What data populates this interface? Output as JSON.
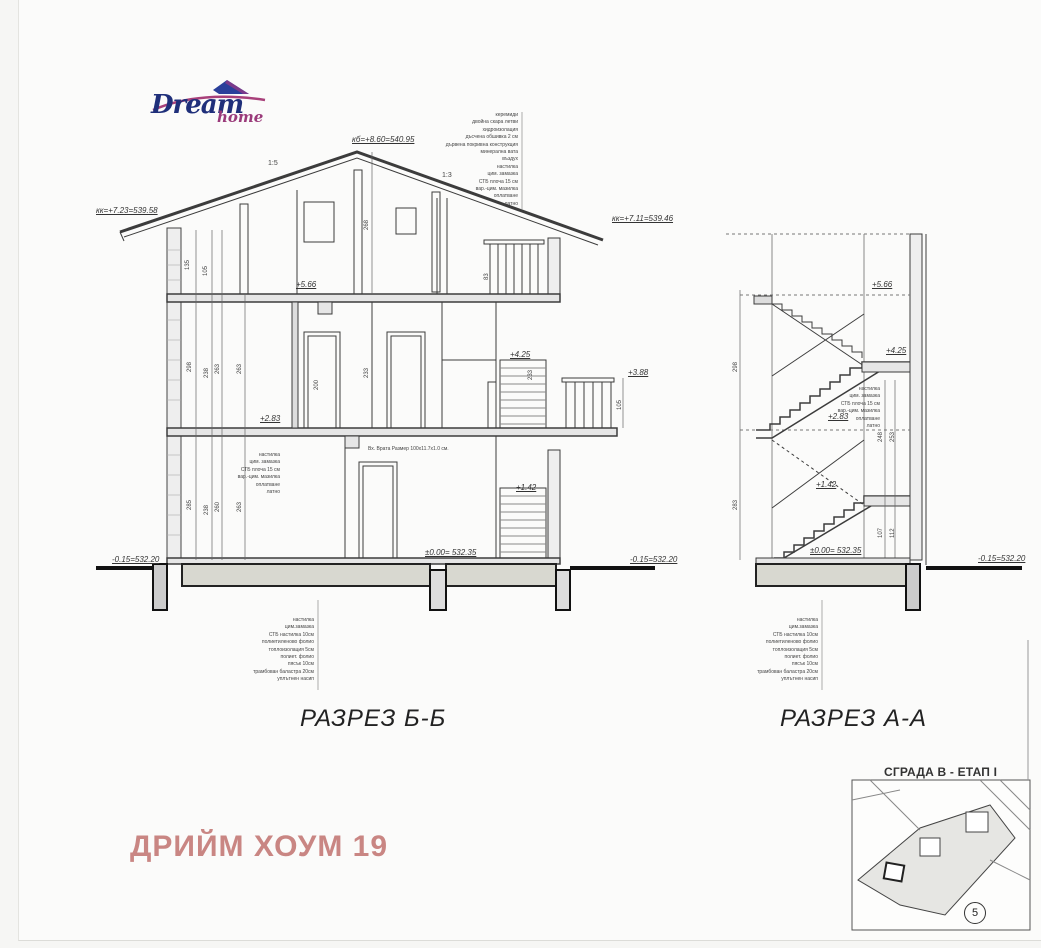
{
  "logo": {
    "brand_word_1": "Dream",
    "brand_word_2": "home"
  },
  "sections": [
    {
      "id": "section-b-b",
      "title": "РАЗРЕЗ Б-Б"
    },
    {
      "id": "section-a-a",
      "title": "РАЗРЕЗ А-А"
    }
  ],
  "titles": {
    "section_bb": "РАЗРЕЗ Б-Б",
    "section_aa": "РАЗРЕЗ А-А"
  },
  "watermark": "ДРИЙМ ХОУМ 19",
  "site_plan": {
    "title": "СГРАДА В - ЕТАП I",
    "sheet_number": "5"
  },
  "levels_bb": {
    "ridge": "кб=+8.60=540.95",
    "eave_left": "кк=+7.23=539.58",
    "eave_right": "кк=+7.11=539.46",
    "attic_floor": "+5.66",
    "landing": "+4.25",
    "balcony": "+3.88",
    "first_floor": "+2.83",
    "mid_landing": "+1.42",
    "ground": "±0.00= 532.35",
    "terrain_left": "-0.15=532.20",
    "terrain_right": "-0.15=532.20"
  },
  "levels_aa": {
    "attic_floor": "+5.66",
    "landing": "+4.25",
    "first_floor": "+2.83",
    "mid_landing": "+1.42",
    "ground": "±0.00= 532.35",
    "terrain_right": "-0.15=532.20"
  },
  "dimensions_bb": {
    "roof_slope_left": "1:5",
    "roof_slope_right": "1:3",
    "attic_height": "268",
    "wall_1": "135",
    "wall_2": "105",
    "wall_3": "83",
    "storey_2a": "298",
    "storey_2b": "238",
    "storey_2c": "263",
    "door_2": "200",
    "ceiling_2": "233",
    "stair_2": "233",
    "balcony_rail": "105",
    "storey_1a": "285",
    "storey_1b": "238",
    "storey_1c": "260",
    "storey_1d": "263",
    "door_note": "Вх. Врата Размер 100x11.7x1.0 см."
  },
  "dimensions_aa": {
    "upper": "298",
    "lower": "283",
    "d1": "248",
    "d2": "253",
    "d3": "107",
    "d4": "112"
  },
  "roof_layers": [
    "керемиди",
    "двойна скара летви",
    "хидроизолация",
    "дъсчена обшивка 2 см",
    "дървена покривна конструкция",
    "минерална вата",
    "въздух",
    "настилка",
    "цим. замазка",
    "СТБ плоча 15 см",
    "вар.-цим. мазилка",
    "оплатване",
    "латно"
  ],
  "floor_layers": [
    "настилка",
    "цим. замазка",
    "СТБ плоча 15 см",
    "вар.-цим. мазилка",
    "оплатване",
    "латно"
  ],
  "ground_layers": [
    "настилка",
    "цим.замазка",
    "СТБ настилка 10см",
    "полиетиленово фолио",
    "топлоизолация 5см",
    "полиет. фолио",
    "пясък 10см",
    "трамбован баластра 20см",
    "уплътнен насип"
  ],
  "colors": {
    "ink": "#3a3a3a",
    "paper": "#fbfbfa",
    "watermark": "#c98683",
    "logo_blue": "#1f2f7a",
    "logo_magenta": "#9a3a7a"
  }
}
